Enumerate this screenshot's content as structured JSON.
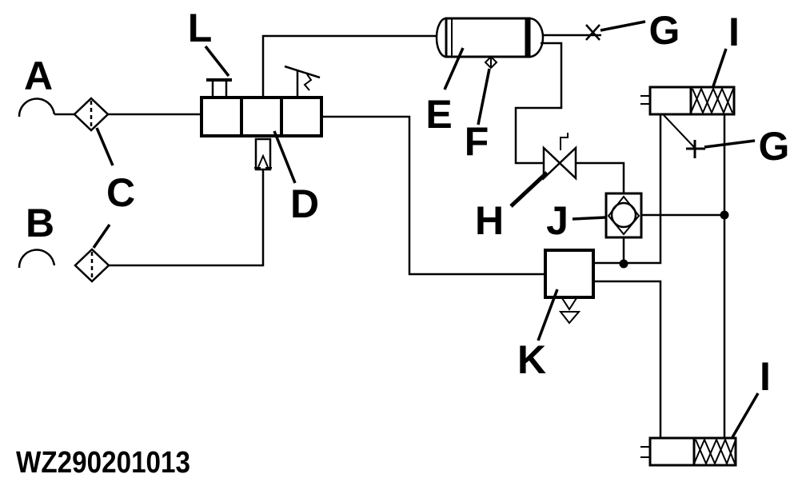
{
  "figure": {
    "part_number": "WZ290201013",
    "background_color": "#ffffff",
    "line_color": "#000000",
    "labels": {
      "a": "A",
      "b": "B",
      "c": "C",
      "d": "D",
      "e": "E",
      "f": "F",
      "g_top": "G",
      "g_right": "G",
      "h": "H",
      "i_top": "I",
      "i_bottom": "I",
      "j": "J",
      "k": "K",
      "l": "L"
    },
    "legend": [
      {
        "label": "A",
        "symbol": "hose-coupling"
      },
      {
        "label": "B",
        "symbol": "hose-coupling"
      },
      {
        "label": "C",
        "symbol": "inline-filter"
      },
      {
        "label": "D",
        "symbol": "control-valve-block"
      },
      {
        "label": "E",
        "symbol": "air-reservoir-tank"
      },
      {
        "label": "F",
        "symbol": "drain-valve"
      },
      {
        "label": "G",
        "symbol": "test-port"
      },
      {
        "label": "H",
        "symbol": "shutoff-valve"
      },
      {
        "label": "I",
        "symbol": "solenoid-spring-valve"
      },
      {
        "label": "J",
        "symbol": "pressure-gauge"
      },
      {
        "label": "K",
        "symbol": "relay-valve"
      },
      {
        "label": "L",
        "symbol": "fill-port"
      }
    ]
  }
}
